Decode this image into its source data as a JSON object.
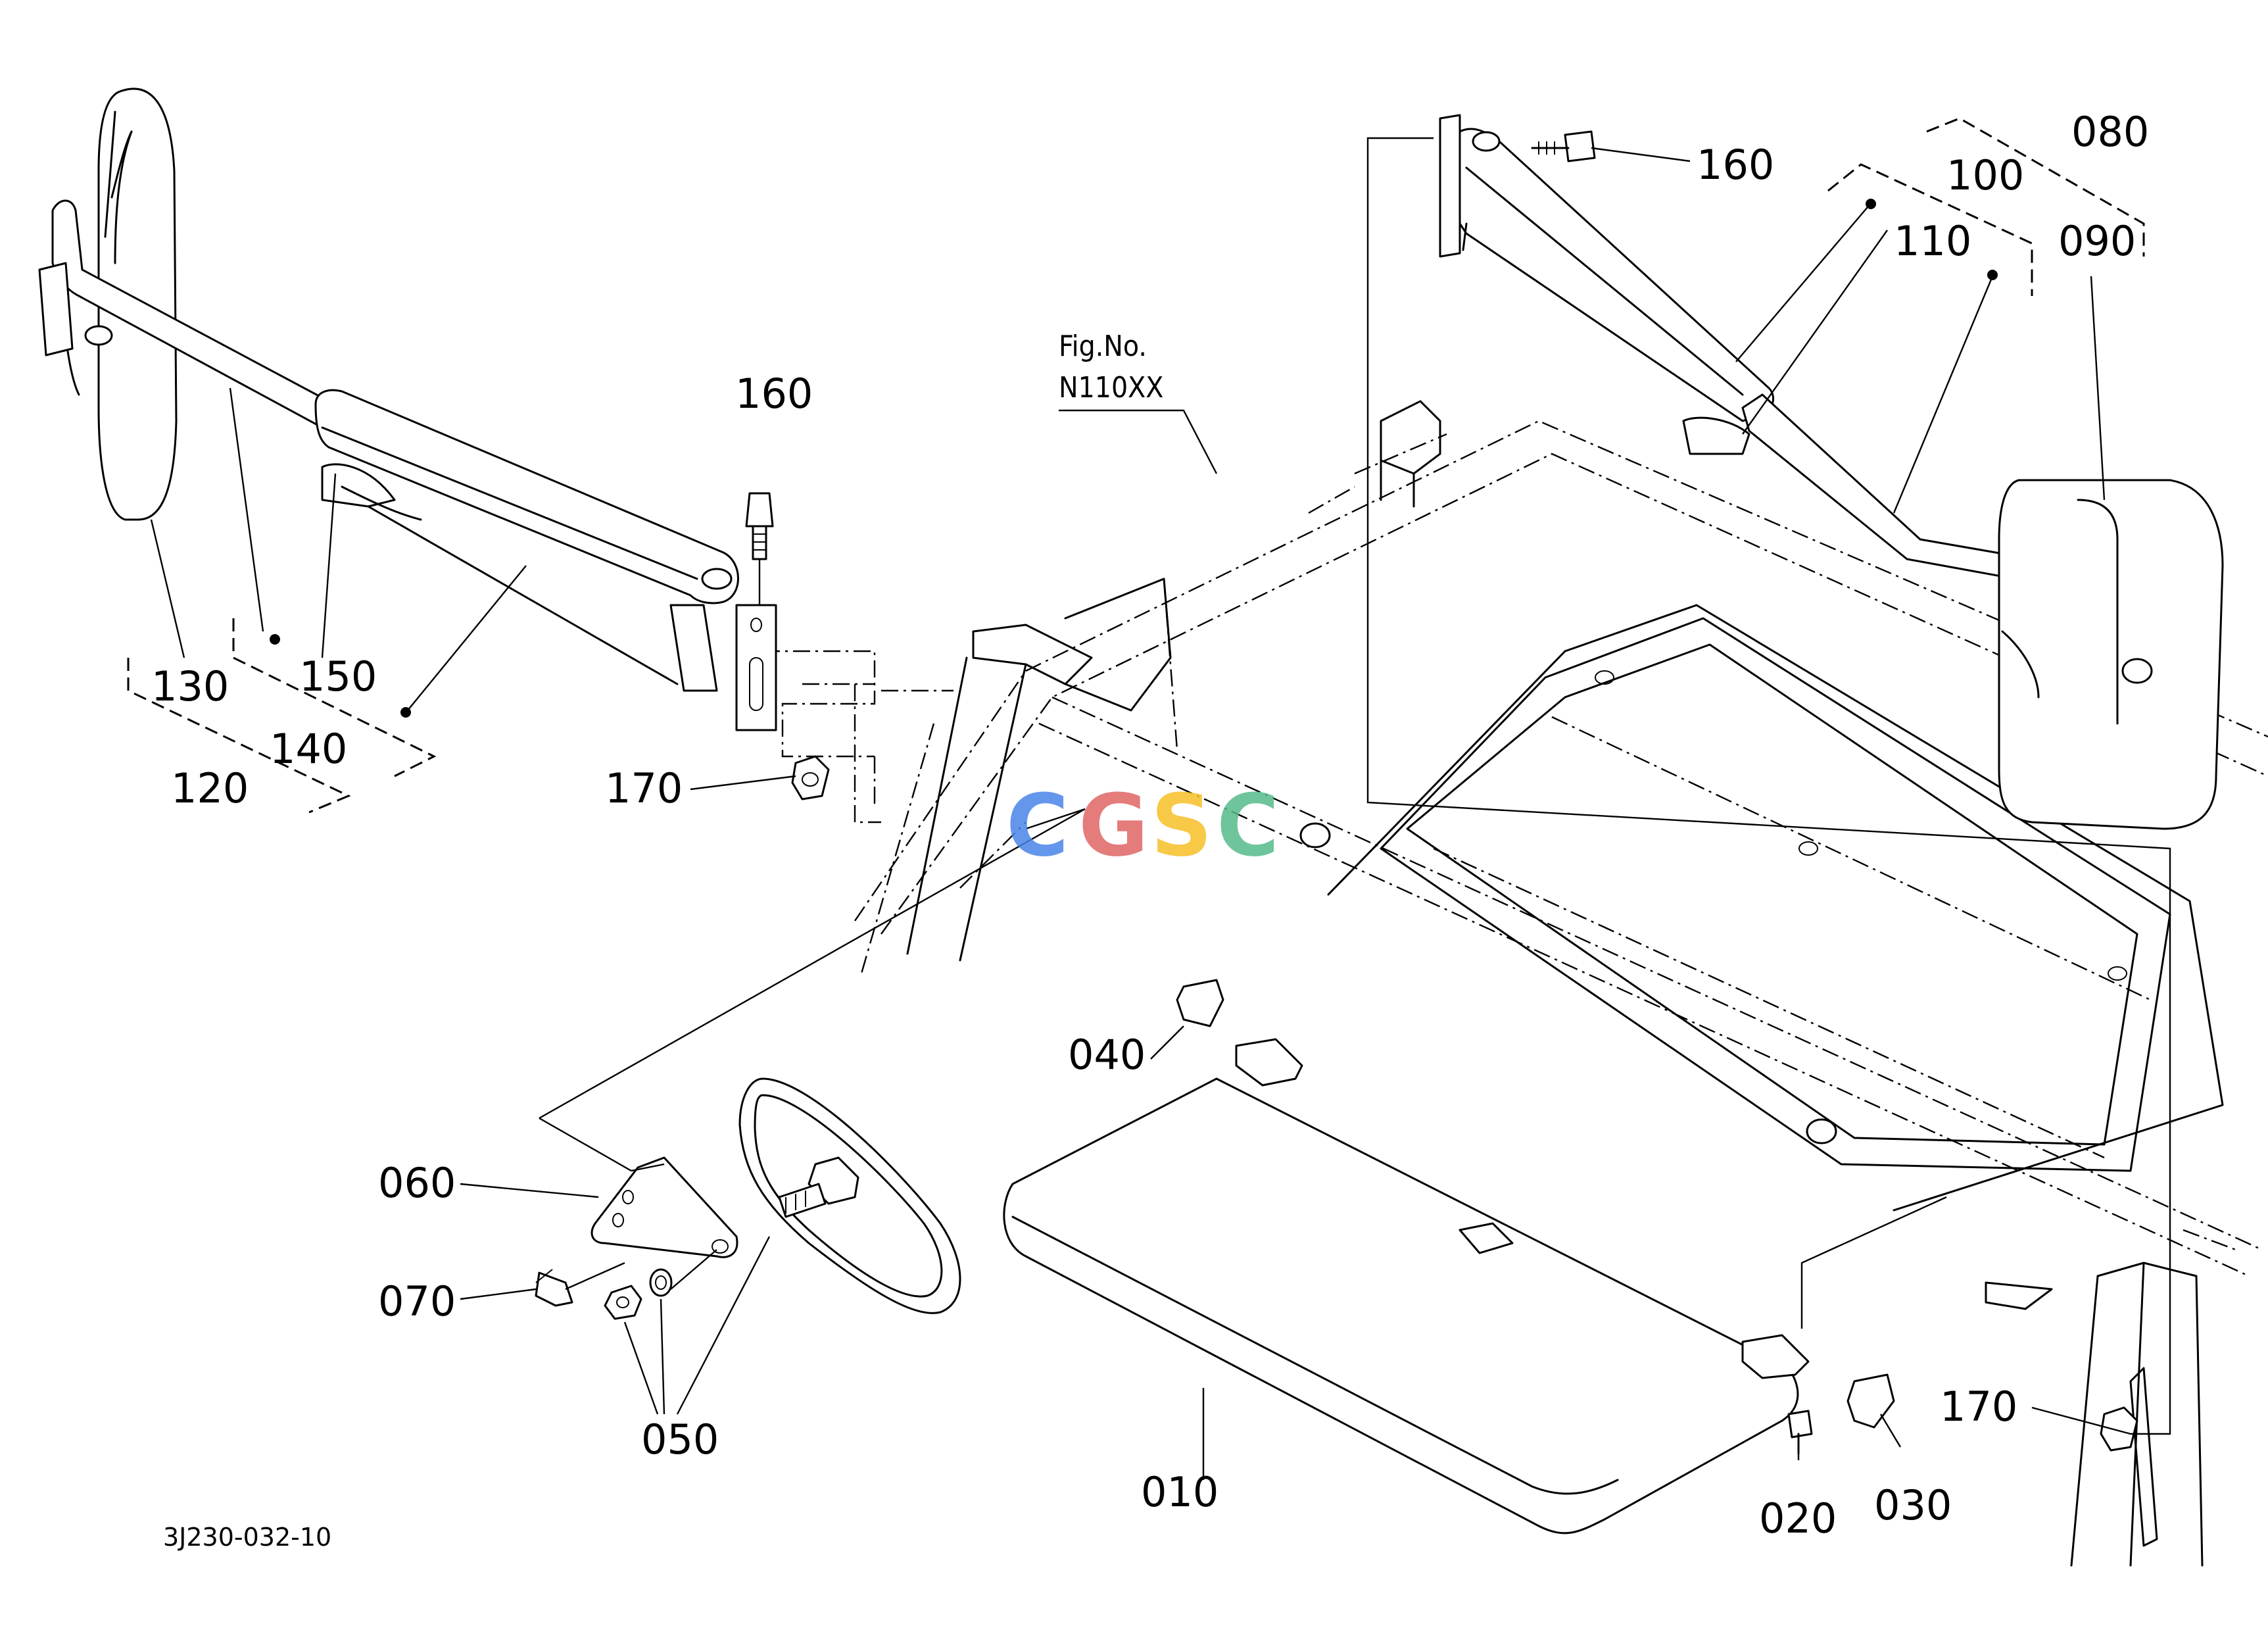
{
  "figure": {
    "fig_no_label": "Fig.No.",
    "fig_no_value": "N110XX",
    "drawing_code": "3J230-032-10"
  },
  "watermark": {
    "letters": [
      "C",
      "G",
      "S",
      "C"
    ],
    "colors": [
      "#4a86e8",
      "#e06666",
      "#f6c026",
      "#57bb8a"
    ]
  },
  "parts": {
    "p010": "010",
    "p020": "020",
    "p030": "030",
    "p040": "040",
    "p050": "050",
    "p060": "060",
    "p070": "070",
    "p080": "080",
    "p090": "090",
    "p100": "100",
    "p110": "110",
    "p120": "120",
    "p130": "130",
    "p140": "140",
    "p150": "150",
    "p160_left": "160",
    "p160_right": "160",
    "p170_left": "170",
    "p170_right": "170"
  }
}
